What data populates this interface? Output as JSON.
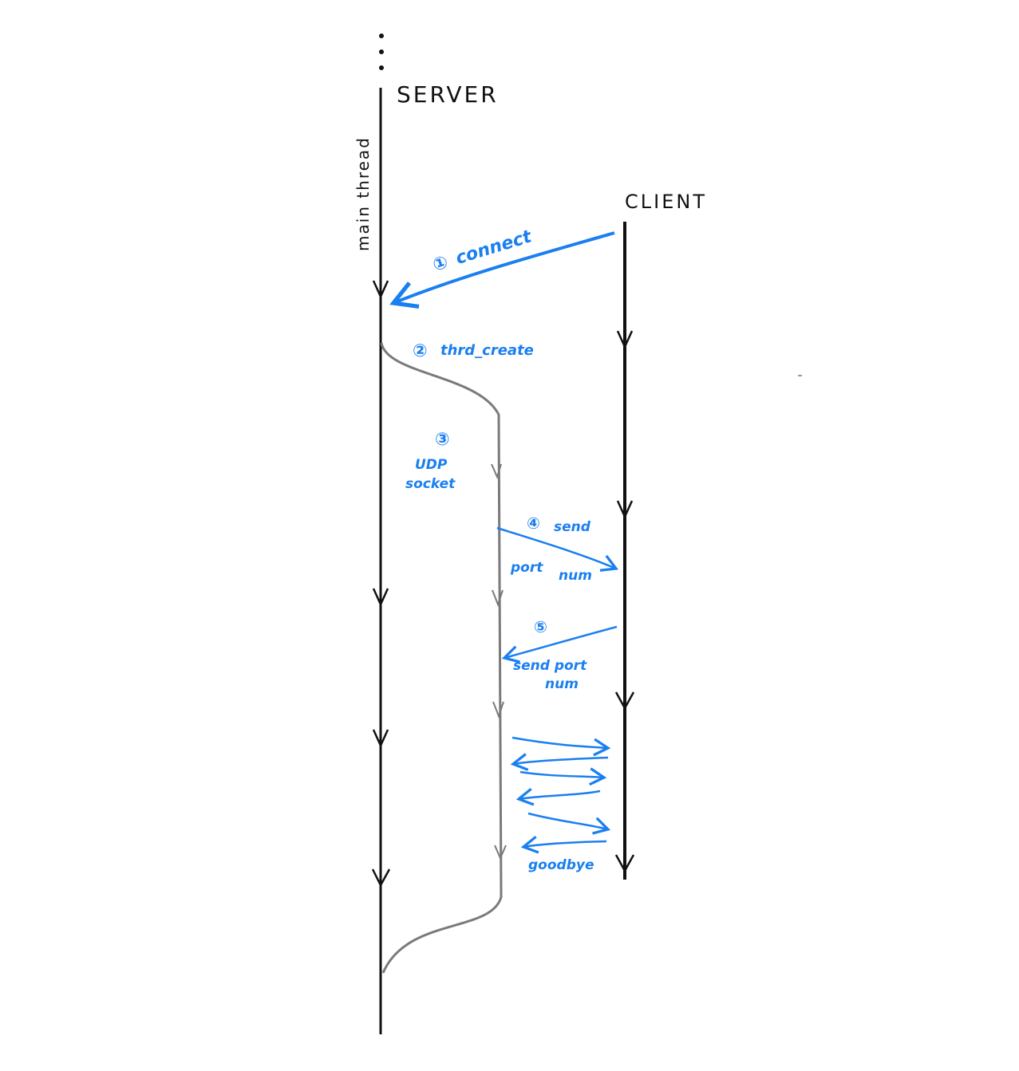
{
  "colors": {
    "ink": "#111111",
    "thread": "#7a7a7a",
    "annotation": "#1a7ff0"
  },
  "labels": {
    "server": "SERVER",
    "client": "CLIENT",
    "main_thread": "main thread",
    "ellipsis": "⋮"
  },
  "steps": [
    {
      "num": "①",
      "text": "connect"
    },
    {
      "num": "②",
      "text": "thrd_create"
    },
    {
      "num": "③",
      "text_lines": [
        "UDP",
        "socket"
      ]
    },
    {
      "num": "④",
      "text": "send",
      "sub": [
        "port",
        "num"
      ]
    },
    {
      "num": "⑤",
      "text_lines": [
        "send port",
        "num"
      ]
    }
  ],
  "final_message": "goodbye"
}
